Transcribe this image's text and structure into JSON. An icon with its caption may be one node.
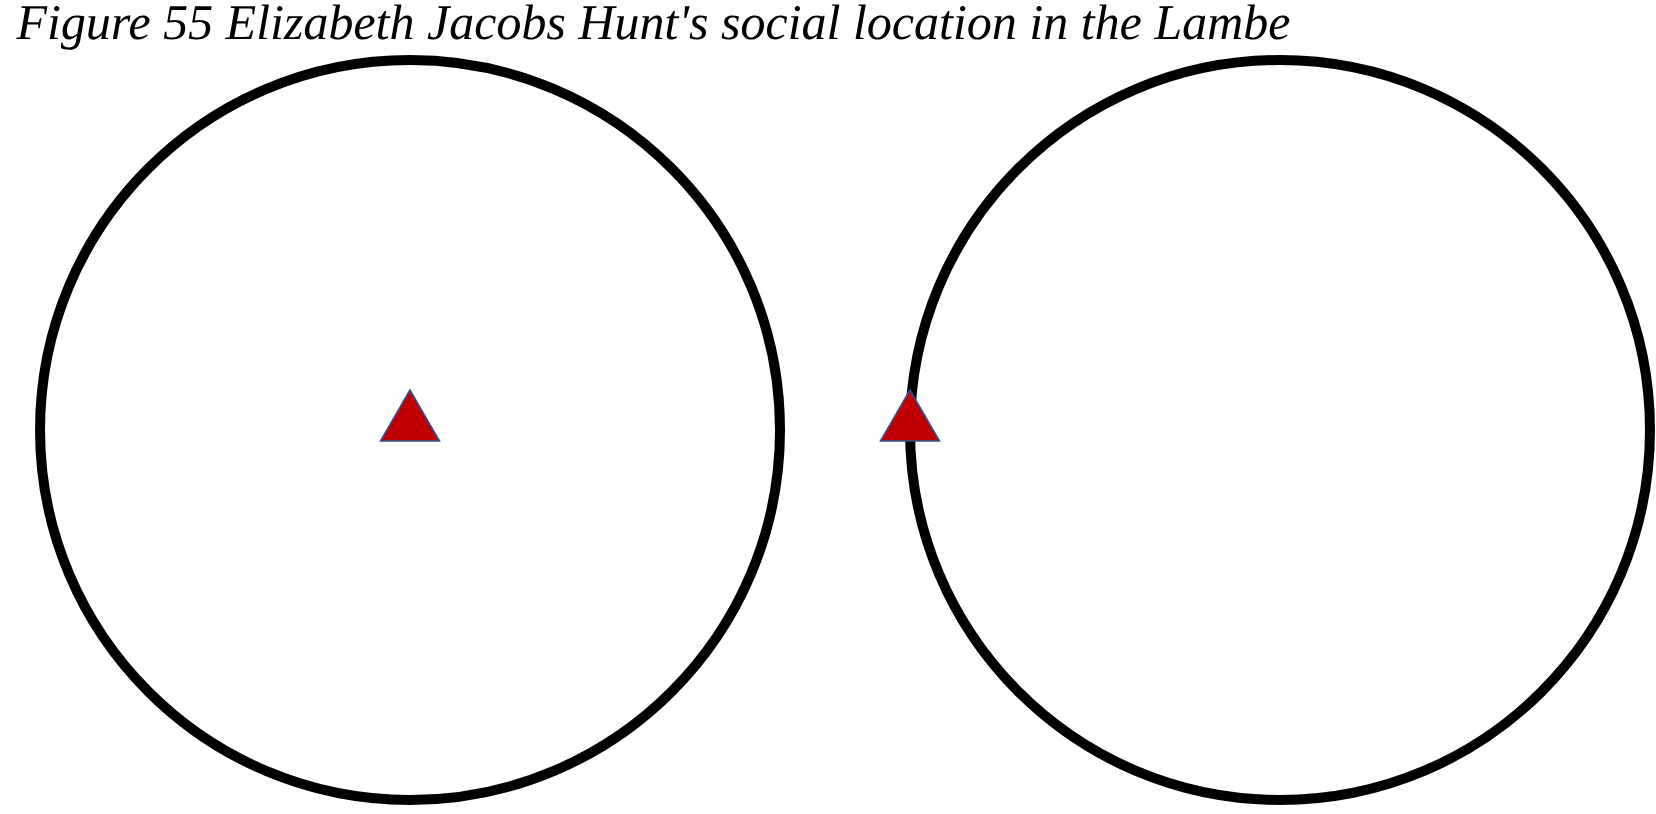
{
  "diagram": {
    "title": "Figure 55 Elizabeth Jacobs Hunt's social location in the Lambe",
    "nodes": [
      {
        "text": [],
        "shape": "circle"
      },
      {
        "text": [],
        "shape": "triangle",
        "in": 0
      },
      {
        "text": [],
        "shape": "circle"
      },
      {
        "text": [],
        "shape": "triangle"
      }
    ]
  }
}
